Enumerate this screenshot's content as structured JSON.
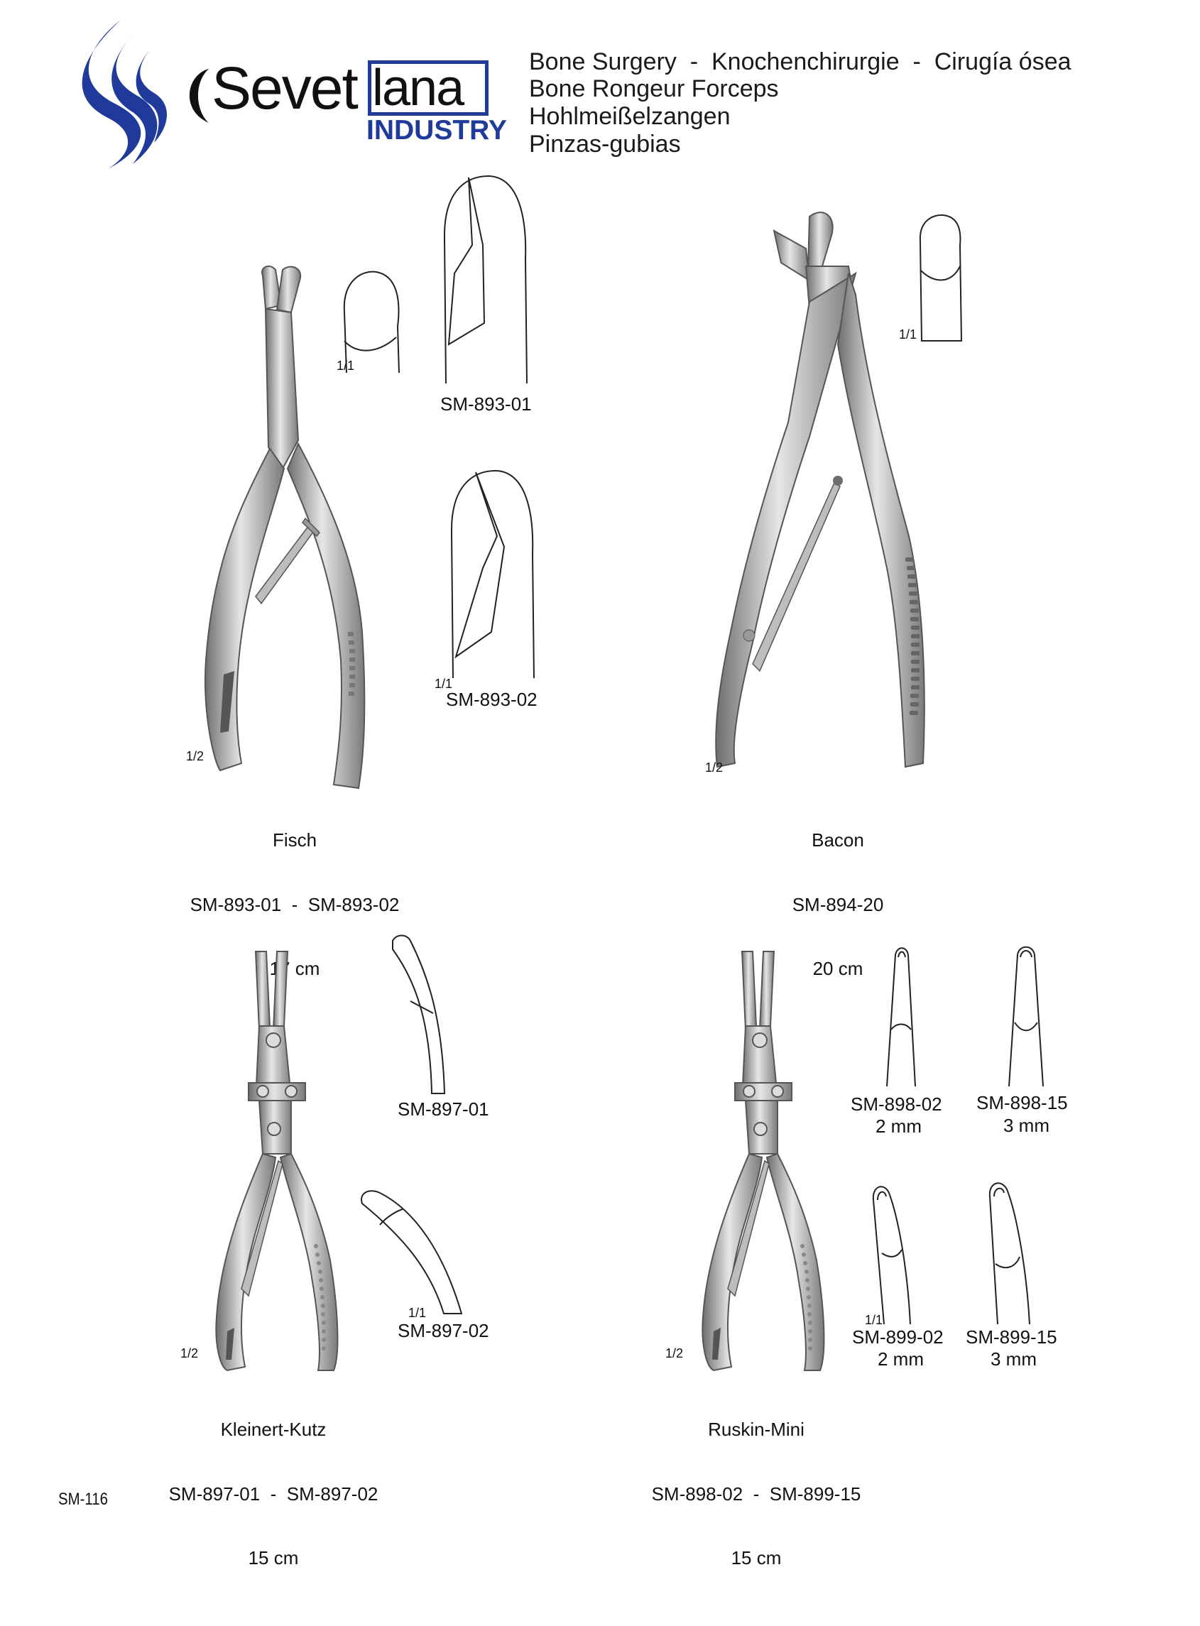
{
  "brand": {
    "name_part1": "Sevet",
    "name_part2": "lana",
    "sub": "INDUSTRY"
  },
  "header": {
    "line1": "Bone Surgery  -  Knochenchirurgie  -  Cirugía ósea",
    "line2": "Bone Rongeur Forceps",
    "line3": "Hohlmeißelzangen",
    "line4": "Pinzas-gubias"
  },
  "products": {
    "fisch": {
      "name": "Fisch",
      "codes": "SM-893-01  -  SM-893-02",
      "size": "17 cm",
      "scale_main": "1/2",
      "scale_tip": "1/1",
      "variant1": "SM-893-01",
      "variant2": "SM-893-02",
      "variant2_scale": "1/1"
    },
    "bacon": {
      "name": "Bacon",
      "codes": "SM-894-20",
      "size": "20 cm",
      "scale_main": "1/2",
      "scale_tip": "1/1"
    },
    "kleinert": {
      "name": "Kleinert-Kutz",
      "codes": "SM-897-01  -  SM-897-02",
      "size": "15 cm",
      "scale_main": "1/2",
      "variant1": "SM-897-01",
      "variant2": "SM-897-02",
      "variant2_scale": "1/1"
    },
    "ruskin": {
      "name": "Ruskin-Mini",
      "codes": "SM-898-02  -  SM-899-15",
      "size": "15 cm",
      "scale_main": "1/2",
      "v1_code": "SM-898-02",
      "v1_size": "2 mm",
      "v2_code": "SM-898-15",
      "v2_size": "3 mm",
      "v3_code": "SM-899-02",
      "v3_size": "2 mm",
      "v4_code": "SM-899-15",
      "v4_size": "3 mm",
      "v3_scale": "1/1"
    }
  },
  "footer": {
    "page_code": "SM-116"
  },
  "colors": {
    "brand_blue": "#1f3a9a",
    "steel": "#a8a8a8",
    "steel_dark": "#6e6e6e"
  }
}
